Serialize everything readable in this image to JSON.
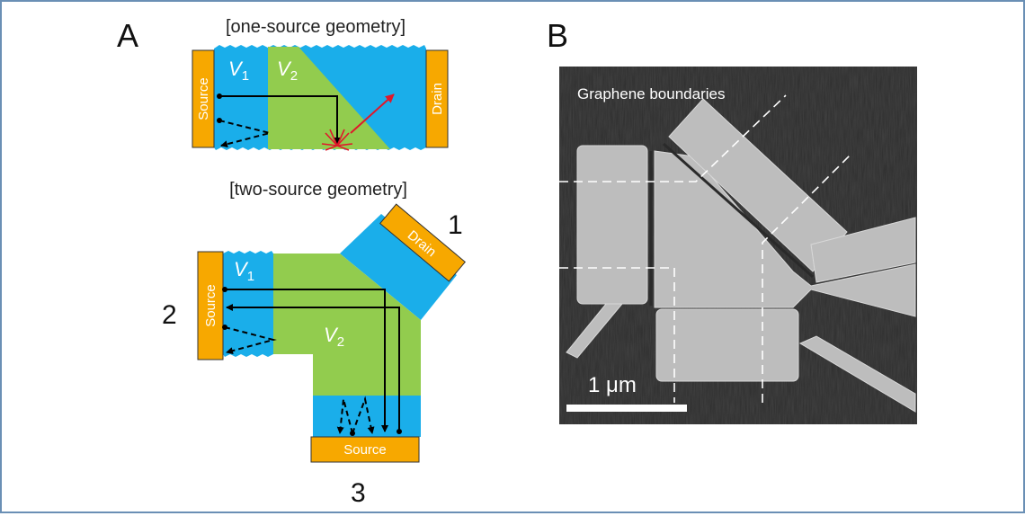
{
  "panel_a": {
    "letter": "A",
    "one_source": {
      "title": "[one-source geometry]",
      "source_label": "Source",
      "drain_label": "Drain",
      "v1": "V",
      "v1_sub": "1",
      "v2": "V",
      "v2_sub": "2"
    },
    "two_source": {
      "title": "[two-source geometry]",
      "drain_label": "Drain",
      "source_left_label": "Source",
      "source_bottom_label": "Source",
      "v1": "V",
      "v1_sub": "1",
      "v2": "V",
      "v2_sub": "2",
      "terminal_1": "1",
      "terminal_2": "2",
      "terminal_3": "3"
    }
  },
  "panel_b": {
    "letter": "B",
    "boundary_label": "Graphene boundaries",
    "scale_label": "1 μm"
  },
  "colors": {
    "blue": "#1aaeea",
    "green": "#92cc4e",
    "orange": "#f7a800",
    "frame": "#6a8fb5",
    "arrow_red": "#e0182b"
  }
}
